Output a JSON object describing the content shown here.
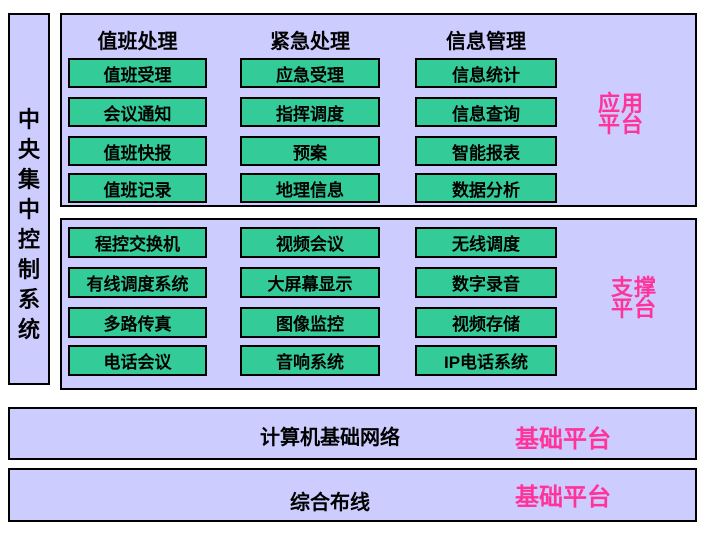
{
  "colors": {
    "page_bg": "#FFFFFF",
    "panel_bg": "#CCCCFF",
    "box_bg": "#33CC99",
    "box_border": "#000000",
    "accent_pink": "#FF3399",
    "text": "#000000"
  },
  "left_bar": {
    "title": "中央集中控制系统"
  },
  "app_platform": {
    "label": "应用平台",
    "columns": [
      {
        "header": "值班处理",
        "boxes": [
          "值班受理",
          "会议通知",
          "值班快报",
          "值班记录"
        ]
      },
      {
        "header": "紧急处理",
        "boxes": [
          "应急受理",
          "指挥调度",
          "预案",
          "地理信息"
        ]
      },
      {
        "header": "信息管理",
        "boxes": [
          "信息统计",
          "信息查询",
          "智能报表",
          "数据分析"
        ]
      }
    ]
  },
  "support_platform": {
    "label": "支撑平台",
    "columns": [
      {
        "boxes": [
          "程控交换机",
          "有线调度系统",
          "多路传真",
          "电话会议"
        ]
      },
      {
        "boxes": [
          "视频会议",
          "大屏幕显示",
          "图像监控",
          "音响系统"
        ]
      },
      {
        "boxes": [
          "无线调度",
          "数字录音",
          "视频存储",
          "IP电话系统"
        ]
      }
    ]
  },
  "base_platform_1": {
    "title": "计算机基础网络",
    "label": "基础平台"
  },
  "base_platform_2": {
    "title": "综合布线",
    "label": "基础平台"
  }
}
